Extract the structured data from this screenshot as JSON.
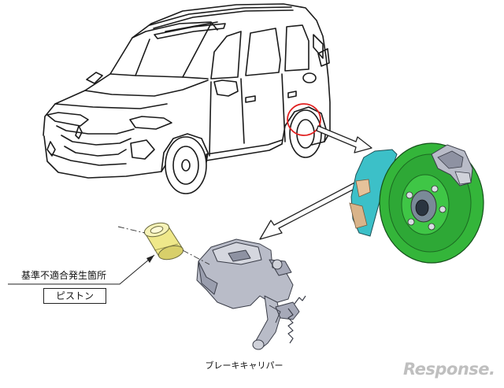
{
  "callout": {
    "title": "基準不適合発生箇所",
    "part_label": "ピストン"
  },
  "caption": "ブレーキキャリパー",
  "watermark": "Response.",
  "colors": {
    "line": "#1a1a1a",
    "highlight_circle": "#e02020",
    "brake_disc": "#34b53a",
    "hub_bracket": "#3cc0c8",
    "caliper": "#b9bcc8",
    "piston": "#f2ec96",
    "arrow_fill": "#ffffff",
    "watermark": "#bfbfbf"
  },
  "icons": {
    "vehicle": "suv-line-drawing",
    "rear_wheel_marker": "red-circle-highlight",
    "brake_assembly": "brake-disc-caliper-render",
    "caliper_part": "brake-caliper-render",
    "piston_part": "piston-cylinder-render",
    "pointer_arrows": "hollow-arrows"
  }
}
